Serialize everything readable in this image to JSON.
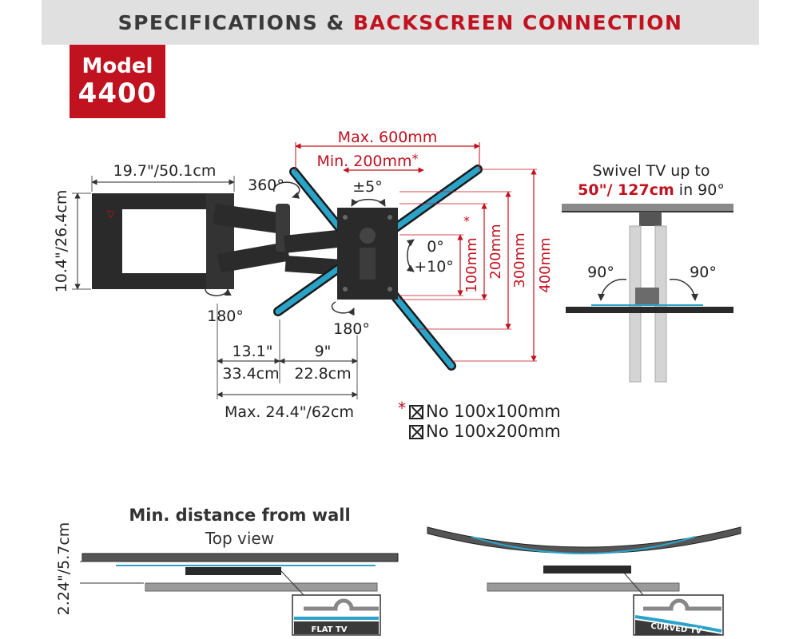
{
  "header": {
    "title_part1": "SPECIFICATIONS & ",
    "title_part2": "BACKSCREEN CONNECTION"
  },
  "model": {
    "label": "Model",
    "number": "4400"
  },
  "dimensions": {
    "arm_width": "19.7\"/50.1cm",
    "plate_height": "10.4\"/26.4cm",
    "rot_360": "360°",
    "rot_180_left": "180°",
    "rot_180_right": "180°",
    "seg1_in": "13.1\"",
    "seg2_in": "9\"",
    "seg1_cm": "33.4cm",
    "seg2_cm": "22.8cm",
    "max_ext": "Max. 24.4\"/62cm",
    "tilt_0": "0°",
    "tilt_10": "+10°",
    "level_5": "±5°"
  },
  "vesa": {
    "max_width": "Max. 600mm",
    "min_width": "Min. 200mm",
    "min_width_star": "*",
    "h100": "100mm",
    "h100_star": "*",
    "h200": "200mm",
    "h300": "300mm",
    "h400": "400mm"
  },
  "notes": {
    "star": "*",
    "no1": "No 100x100mm",
    "no2": "No 100x200mm"
  },
  "swivel": {
    "line1": "Swivel TV up to",
    "line2_red": "50\"/ 127cm",
    "line2_rest": " in 90°",
    "left_angle": "90°",
    "right_angle": "90°"
  },
  "wall_distance": {
    "title": "Min. distance from wall",
    "subtitle": "Top view",
    "dimension": "2.24\"/5.7cm",
    "flat_label": "FLAT TV",
    "curved_label": "CURVED TV"
  },
  "colors": {
    "accent_red": "#c1121f",
    "header_gray": "#e0e0e0",
    "mount_black": "#2a2a2a",
    "rail_blue": "#2aa3c9"
  }
}
